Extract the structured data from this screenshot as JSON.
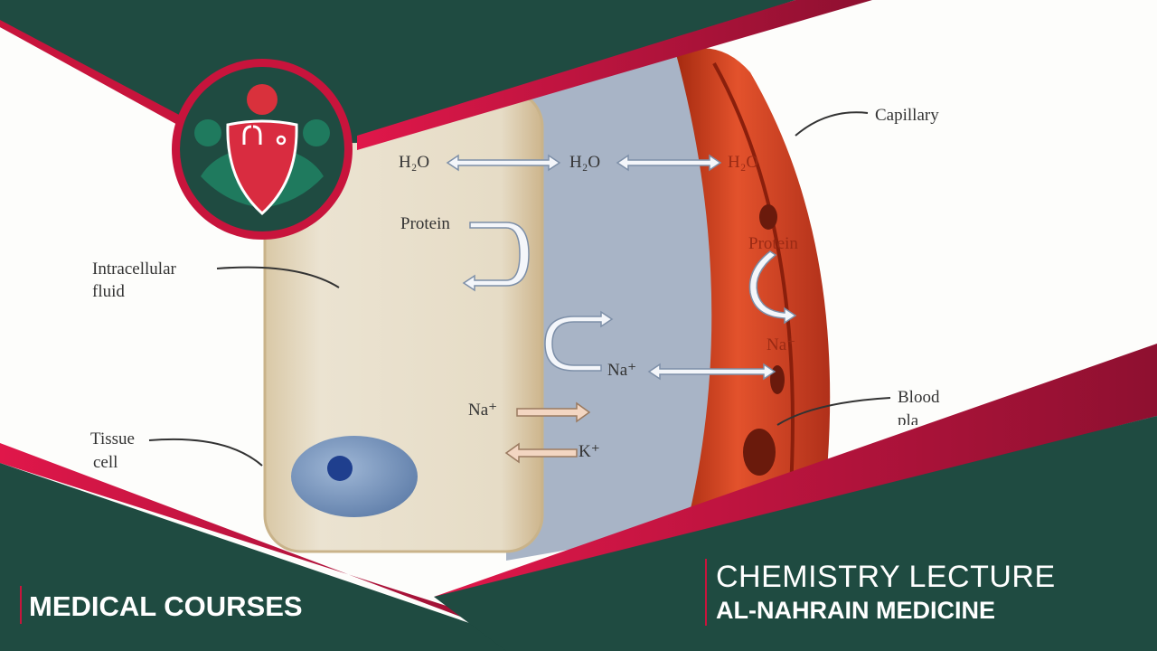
{
  "diagram": {
    "labels": {
      "capillary": "Capillary",
      "h2o_cell": "H₂O",
      "h2o_interstitial": "H₂O",
      "h2o_capillary": "H₂O",
      "protein_cell": "Protein",
      "protein_capillary": "Protein",
      "intracellular_fluid_1": "Intracellular",
      "intracellular_fluid_2": "fluid",
      "na_interstitial": "Na⁺",
      "na_capillary": "Na⁺",
      "na_cell": "Na⁺",
      "k_cell": "K⁺",
      "tissue_cell_1": "Tissue",
      "tissue_cell_2": "cell",
      "blood_plasma_1": "Blood",
      "blood_plasma_2": "pla"
    }
  },
  "overlay": {
    "left_caption": "MEDICAL COURSES",
    "right_title": "CHEMISTRY LECTURE",
    "right_subtitle": "AL-NAHRAIN MEDICINE",
    "logo_icon": "doctor-stethoscope-group-logo"
  },
  "colors": {
    "brand_green": "#1d4a40",
    "brand_red": "#c8143c",
    "cell": "#e7dcc6",
    "interstitial": "#a6b3c6",
    "capillary": "#c73a1c"
  }
}
